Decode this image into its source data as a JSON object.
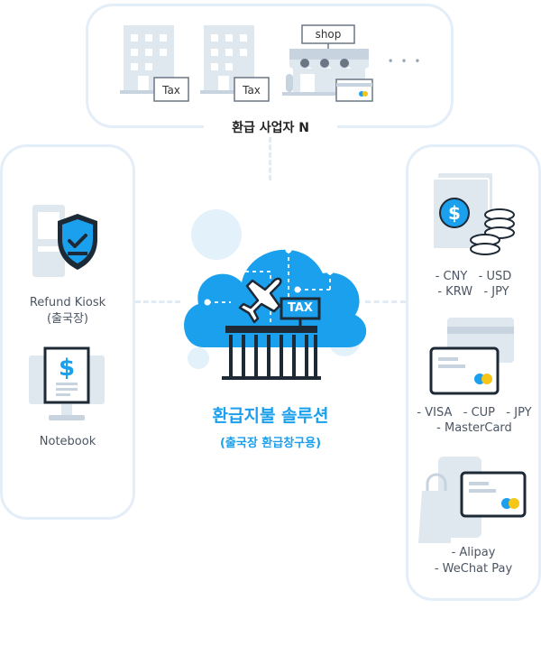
{
  "top": {
    "title": "환급 사업자 N",
    "buildings": [
      {
        "tag": "Tax"
      },
      {
        "tag": "Tax"
      }
    ],
    "shop_sign": "shop",
    "more": "• • •"
  },
  "left": {
    "kiosk_label_1": "Refund Kiosk",
    "kiosk_label_2": "(출국장)",
    "notebook_label": "Notebook"
  },
  "center": {
    "tax_sign": "TAX",
    "title": "환급지불 솔루션",
    "subtitle": "(출국장 환급창구용)"
  },
  "right": {
    "currency_line_1": "- CNY   - USD",
    "currency_line_2": "- KRW   - JPY",
    "card_line_1": "- VISA   - CUP   - JPY",
    "card_line_2": "- MasterCard",
    "mobile_line_1": "- Alipay",
    "mobile_line_2": "- WeChat Pay"
  },
  "colors": {
    "accent": "#1aa0ec",
    "dark": "#1e2936",
    "panel_border": "#e3eef8",
    "light_icon": "#dfe7ef"
  }
}
